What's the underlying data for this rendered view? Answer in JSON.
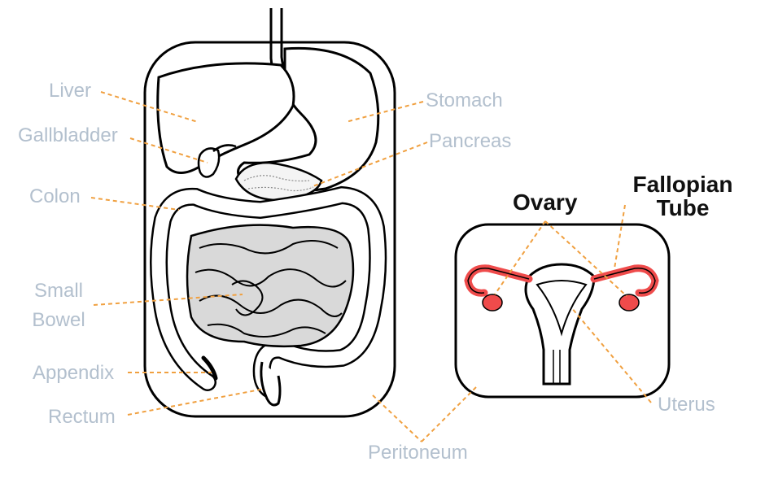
{
  "labels": {
    "liver": "Liver",
    "gallbladder": "Gallbladder",
    "colon": "Colon",
    "small_bowel": [
      "Small",
      "Bowel"
    ],
    "appendix": "Appendix",
    "rectum": "Rectum",
    "stomach": "Stomach",
    "pancreas": "Pancreas",
    "peritoneum": "Peritoneum",
    "uterus": "Uterus",
    "ovary": "Ovary",
    "fallopian_tube": [
      "Fallopian",
      "Tube"
    ]
  },
  "colors": {
    "leader_line": "#f0a040",
    "label_text": "#b3c0ce",
    "highlight_label": "#111111",
    "reproductive_highlight": "#ef4b4b",
    "intestine_fill": "#d9d9d9",
    "outline": "#000000"
  }
}
